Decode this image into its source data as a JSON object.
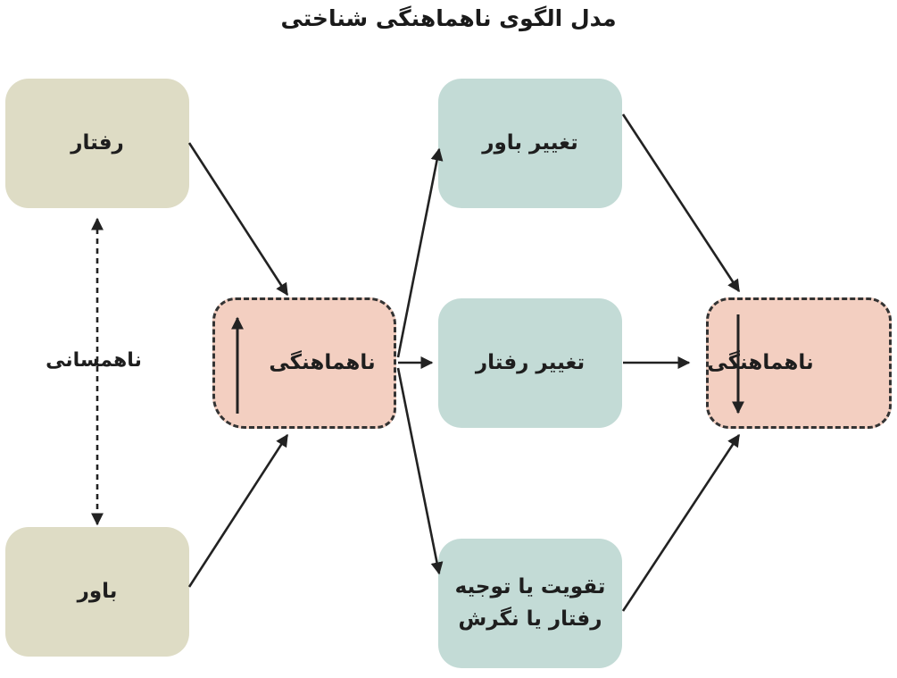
{
  "title": "مدل الگوی ناهماهنگی شناختی",
  "nodes": {
    "behavior": "رفتار",
    "belief": "باور",
    "dissonance_initial": "ناهماهنگی",
    "change_belief": "تغییر باور",
    "change_behavior": "تغییر رفتار",
    "reinforce_line1": "تقویت یا توجیه",
    "reinforce_line2": "رفتار یا نگرش",
    "dissonance_final": "ناهماهنگی"
  },
  "link_label": "ناهمسانی",
  "colors": {
    "beige": "#dedcc5",
    "teal": "#c3dbd6",
    "pink": "#f3cfc1",
    "stroke": "#222222"
  },
  "indicators": {
    "initial_dissonance": "up-arrow-icon",
    "final_dissonance": "down-arrow-icon"
  }
}
